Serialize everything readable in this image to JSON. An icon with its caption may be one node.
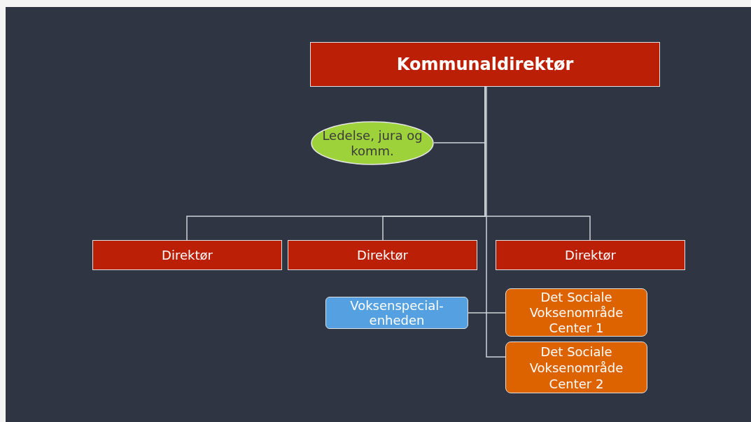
{
  "diagram": {
    "nodes": [
      {
        "text": [
          "Kommunaldirektør"
        ]
      },
      {
        "text": [
          "Ledelse, jura og komm."
        ]
      },
      {
        "text": [
          "Direktør"
        ]
      },
      {
        "text": [
          "Direktør"
        ]
      },
      {
        "text": [
          "Direktør"
        ]
      },
      {
        "text": [
          "Voksenspecial- enheden"
        ]
      },
      {
        "text": [
          "Det Sociale Voksenområde Center 1"
        ]
      },
      {
        "text": [
          "Det Sociale Voksenområde Center 2"
        ]
      }
    ],
    "edges": [
      {
        "from": 0,
        "to": 1,
        "arrow": "none"
      },
      {
        "from": 0,
        "to": 2,
        "arrow": "none"
      },
      {
        "from": 0,
        "to": 3,
        "arrow": "none"
      },
      {
        "from": 0,
        "to": 4,
        "arrow": "none"
      },
      {
        "from": 0,
        "to": 7,
        "arrow": "none"
      },
      {
        "from": 5,
        "to": 6,
        "arrow": "none"
      }
    ]
  }
}
